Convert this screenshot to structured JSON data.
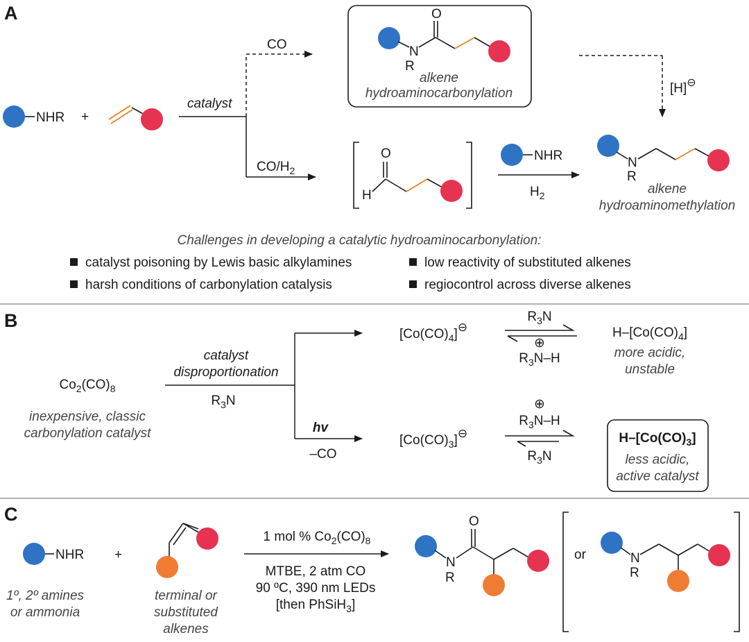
{
  "sections": {
    "a": "A",
    "b": "B",
    "c": "C"
  },
  "panel_a": {
    "reactant_amine": "NHR",
    "plus": "+",
    "catalyst": "catalyst",
    "co": "CO",
    "co_h2": "CO/H",
    "co_h2_sub": "2",
    "amide_o": "O",
    "amide_n": "N",
    "amide_r": "R",
    "box_line1": "alkene",
    "box_line2": "hydroaminocarbonylation",
    "hydride": "[H]",
    "hydride_charge": "⊖",
    "aldehyde_o": "O",
    "aldehyde_h": "H",
    "step2_amine": "NHR",
    "step2_h2": "H",
    "step2_h2_sub": "2",
    "product_n": "N",
    "product_r": "R",
    "product_line1": "alkene",
    "product_line2": "hydroaminomethylation",
    "challenges_title": "Challenges in developing a catalytic hydroaminocarbonylation:",
    "challenges": [
      "catalyst poisoning by Lewis basic alkylamines",
      "low reactivity of substituted alkenes",
      "harsh conditions of carbonylation catalysis",
      "regiocontrol across diverse alkenes"
    ]
  },
  "panel_b": {
    "precatalyst": "Co",
    "precatalyst_sub1": "2",
    "precatalyst_mid": "(CO)",
    "precatalyst_sub2": "8",
    "precatalyst_desc1": "inexpensive, classic",
    "precatalyst_desc2": "carbonylation catalyst",
    "arrow_top1": "catalyst",
    "arrow_top2": "disproportionation",
    "arrow_bottom_r": "R",
    "arrow_bottom_sub": "3",
    "arrow_bottom_n": "N",
    "hv": "hv",
    "minus_co": "–CO",
    "anion1": "[Co(CO)",
    "anion1_sub": "4",
    "anion1_close": "]",
    "anion2": "[Co(CO)",
    "anion2_sub": "3",
    "anion2_close": "]",
    "charge": "⊖",
    "eq_reagent": "R",
    "eq_reagent_sub": "3",
    "eq_reagent_n": "N",
    "eq_ammonium_r": "R",
    "eq_ammonium_sub": "3",
    "eq_ammonium_rest": "N–H",
    "plus_charge": "⊕",
    "hydride1": "H–[Co(CO)",
    "hydride1_sub": "4",
    "hydride1_close": "]",
    "hydride1_desc1": "more acidic,",
    "hydride1_desc2": "unstable",
    "hydride2": "H–[Co(CO)",
    "hydride2_sub": "3",
    "hydride2_close": "]",
    "hydride2_desc1": "less acidic,",
    "hydride2_desc2": "active catalyst"
  },
  "panel_c": {
    "amine": "NHR",
    "plus": "+",
    "amine_desc1": "1º, 2º amines",
    "amine_desc2": "or ammonia",
    "alkene_desc1": "terminal or",
    "alkene_desc2": "substituted",
    "alkene_desc3": "alkenes",
    "cond1_pre": "1 mol % Co",
    "cond1_sub1": "2",
    "cond1_mid": "(CO)",
    "cond1_sub2": "8",
    "cond2": "MTBE, 2 atm CO",
    "cond3": "90 ºC, 390 nm LEDs",
    "cond4_pre": "[then PhSiH",
    "cond4_sub": "3",
    "cond4_close": "]",
    "amide_o": "O",
    "amide_n": "N",
    "amide_r": "R",
    "or": "or",
    "amine_n": "N",
    "amine_r": "R"
  },
  "colors": {
    "blue": "#2f73c4",
    "red": "#e53351",
    "orange": "#f07c34"
  }
}
